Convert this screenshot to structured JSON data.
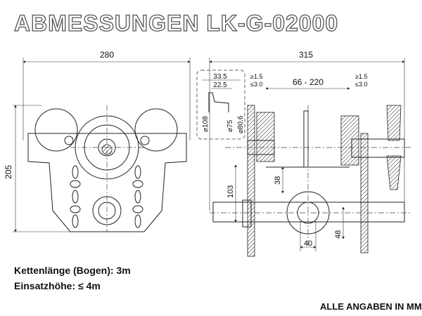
{
  "title": "ABMESSUNGEN LK-G-02000",
  "front_view": {
    "width_dim": "280",
    "height_dim": "205"
  },
  "side_view": {
    "width_dim": "315",
    "detail": {
      "d1": "33.5",
      "d2": "22.5",
      "dia1": "⌀108",
      "dia2": "⌀75",
      "dia3": "⌀80.6"
    },
    "gap_left": [
      "≥1.5",
      "≤3.0"
    ],
    "gap_right": [
      "≥1.5",
      "≤3.0"
    ],
    "flange_range": "66 - 220",
    "dim_38": "38",
    "dim_103": "103",
    "dim_40": "40",
    "dim_48": "48"
  },
  "notes": {
    "chain_length": "Kettenlänge (Bogen): 3m",
    "height": "Einsatzhöhe: ≤ 4m",
    "units": "ALLE ANGABEN IN MM"
  }
}
